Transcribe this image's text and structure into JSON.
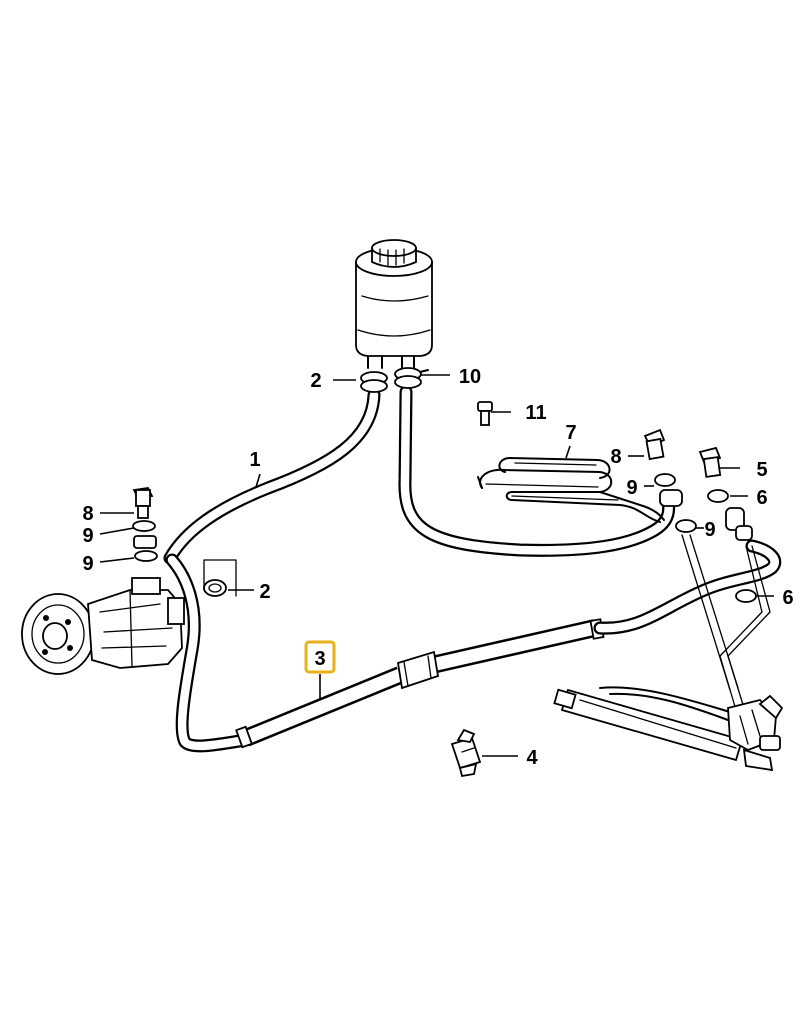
{
  "diagram": {
    "callouts": [
      {
        "id": "c1",
        "text": "1"
      },
      {
        "id": "c2a",
        "text": "2"
      },
      {
        "id": "c2b",
        "text": "2"
      },
      {
        "id": "c3",
        "text": "3",
        "highlighted": true
      },
      {
        "id": "c4",
        "text": "4"
      },
      {
        "id": "c5",
        "text": "5"
      },
      {
        "id": "c6a",
        "text": "6"
      },
      {
        "id": "c6b",
        "text": "6"
      },
      {
        "id": "c7",
        "text": "7"
      },
      {
        "id": "c8a",
        "text": "8"
      },
      {
        "id": "c8b",
        "text": "8"
      },
      {
        "id": "c9a",
        "text": "9"
      },
      {
        "id": "c9b",
        "text": "9"
      },
      {
        "id": "c9c",
        "text": "9"
      },
      {
        "id": "c9d",
        "text": "9"
      },
      {
        "id": "c10",
        "text": "10"
      },
      {
        "id": "c11",
        "text": "11"
      }
    ],
    "highlight_color": "#e7b21a",
    "line_color": "#000000",
    "background_color": "#ffffff"
  }
}
